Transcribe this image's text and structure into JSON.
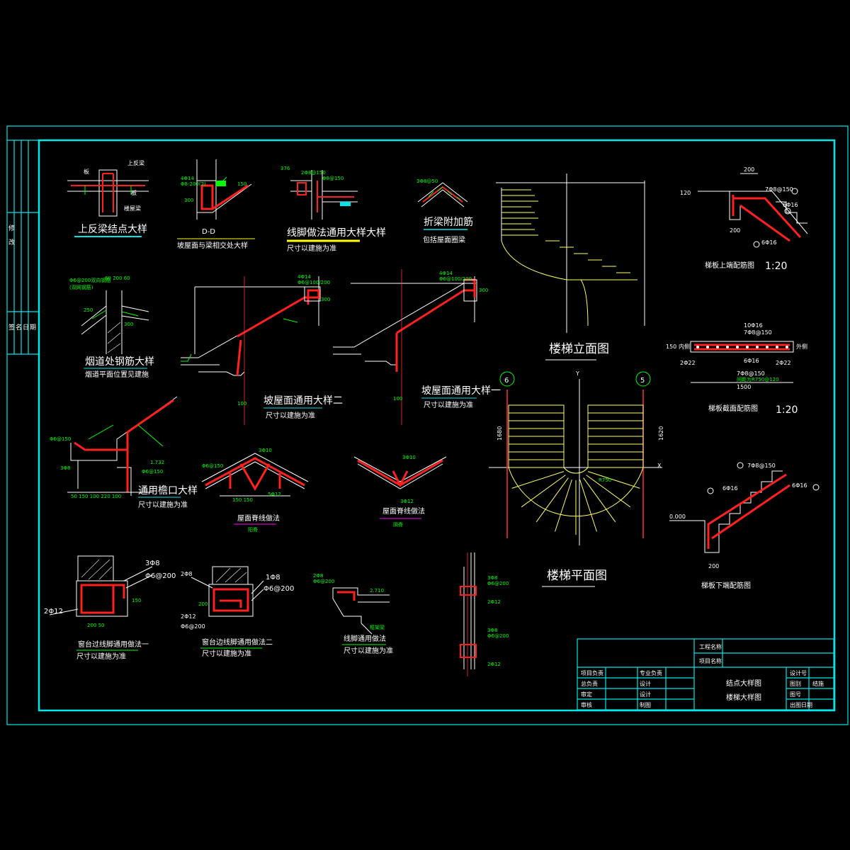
{
  "drawing": {
    "details": {
      "d1_title": "上反梁结点大样",
      "d1_lbl_a": "板",
      "d1_lbl_b": "上反梁",
      "d1_lbl_c": "板",
      "d1_lbl_d": "楼屋梁",
      "d2_section": "D-D",
      "d2_title": "坡屋面与梁相交处大样",
      "d2_ann1": "4Φ14",
      "d2_ann2": "Φ8-200(2)",
      "d2_dim1": "300",
      "d2_dim2": "150",
      "d3_title": "线脚做法通用大样大样",
      "d3_sub": "尺寸以建施为准",
      "d3_ann1": "376",
      "d3_ann2": "2Φ8@150",
      "d3_ann3": "Φ8@150",
      "d4_title": "折梁附加筋",
      "d4_sub": "包括屋面圈梁",
      "d4_ann1": "3Φ8@50",
      "d5_title": "烟道处钢筋大样",
      "d5_sub": "烟道平面位置见建施",
      "d5_ann1": "Φ6@200双向钢筋",
      "d5_ann2": "(双网钢筋)",
      "d5_ann3": "60 200 60",
      "d5_dim1": "250",
      "d5_dim2": "300",
      "d6_title": "坡屋面通用大样二",
      "d6_sub": "尺寸以建施为准",
      "d6_ann1": "4Φ14",
      "d6_ann2": "Φ6@100/200",
      "d6_dim1": "100",
      "d6_dim2": "300",
      "d7_title": "坡屋面通用大样一",
      "d7_sub": "尺寸以建施为准",
      "d7_ann1": "4Φ14",
      "d7_ann2": "Φ6@100/200",
      "d7_dim1": "100",
      "d7_dim2": "300",
      "d8_title": "通用檐口大样",
      "d8_sub": "尺寸以建施为准",
      "d8_ann1": "Φ6@150",
      "d8_ann2": "Φ6@150",
      "d8_ann3": "3Φ8",
      "d8_ann4": "1.732",
      "d8_dims": "50 150 100 220 100",
      "d9_title": "屋面脊线做法",
      "d9_sub": "阳脊",
      "d9_ann1": "3Φ10",
      "d9_ann2": "Φ6@150",
      "d9_ann3": "5Φ12",
      "d9_dims": "150  150",
      "d10_title": "屋面脊线做法",
      "d10_sub": "阴脊",
      "d10_ann1": "3Φ10",
      "d10_ann2": "3Φ12",
      "d11_title": "窗台过线脚通用做法一",
      "d11_sub": "尺寸以建施为准",
      "d11_ann1": "3Φ8",
      "d11_ann2": "Φ6@200",
      "d11_ann3": "2Φ12",
      "d11_dims": "200  50",
      "d11_dim_v": "150",
      "d12_title": "窗台边线脚通用做法二",
      "d12_sub": "尺寸以建施为准",
      "d12_ann1": "2Φ8",
      "d12_ann2": "1Φ8",
      "d12_ann3": "Φ6@200",
      "d12_ann4": "2Φ12",
      "d12_ann5": "Φ6@200",
      "d12_dim_v": "200",
      "d13_title": "线脚通用做法",
      "d13_sub": "尺寸以建施为准",
      "d13_ann1": "2Φ8",
      "d13_ann2": "Φ6@200",
      "d13_ann3": "2.710",
      "d13_ann4": "框架梁",
      "d14_ann1": "3Φ8",
      "d14_ann2": "Φ6@200",
      "d14_ann3": "2Φ12",
      "d14_ann4": "3Φ8",
      "d14_ann5": "Φ6@200",
      "d14_ann6": "2Φ12"
    },
    "stair": {
      "elev_title": "楼梯立面图",
      "plan_title": "楼梯平面图",
      "axis_left": "6",
      "axis_right": "5",
      "dim_left": "1680",
      "dim_right": "1620",
      "axis_y": "Y",
      "axis_x": "X",
      "radius": "R750",
      "upper_title": "梯板上端配筋图",
      "upper_scale": "1:20",
      "upper_ann1": "200",
      "upper_ann2": "7Φ8@150",
      "upper_ann3": "6Φ16",
      "upper_ann4": "6Φ16",
      "upper_dim_l": "120",
      "upper_dim_b": "200",
      "section_title": "梯板截面配筋图",
      "section_scale": "1:20",
      "section_ann1": "10Φ16",
      "section_ann2": "7Φ8@150",
      "section_ann3": "6Φ16",
      "section_ann4": "2Φ22",
      "section_ann5": "7Φ8@150",
      "section_ann6": "间距为R750@120",
      "section_dim": "1500",
      "section_dim_l": "150",
      "section_inner": "内侧",
      "section_outer": "外侧",
      "lower_title": "梯板下端配筋图",
      "lower_ann1": "7Φ8@150",
      "lower_ann2": "6Φ16",
      "lower_ann3": "6Φ16",
      "lower_level": "0.000",
      "lower_dim": "200"
    },
    "titleblock": {
      "project_name": "工程名称",
      "item_name": "项目名称",
      "r1c1": "项目负责",
      "r1c2": "专业负责",
      "r2c1": "总负责",
      "r2c2": "设计",
      "r3c1": "审定",
      "r3c2": "设计",
      "r4c1": "审核",
      "r4c2": "制图",
      "drawing_title1": "结点大样图",
      "drawing_title2": "楼梯大样图",
      "code_label": "设计号",
      "sheet_label": "图别",
      "sheet_value": "结施",
      "no_label": "图号",
      "date_label": "出图日期"
    },
    "sidebar": {
      "a": "修",
      "b": "改",
      "c1": "签",
      "c2": "名",
      "c3": "日",
      "c4": "期"
    }
  }
}
